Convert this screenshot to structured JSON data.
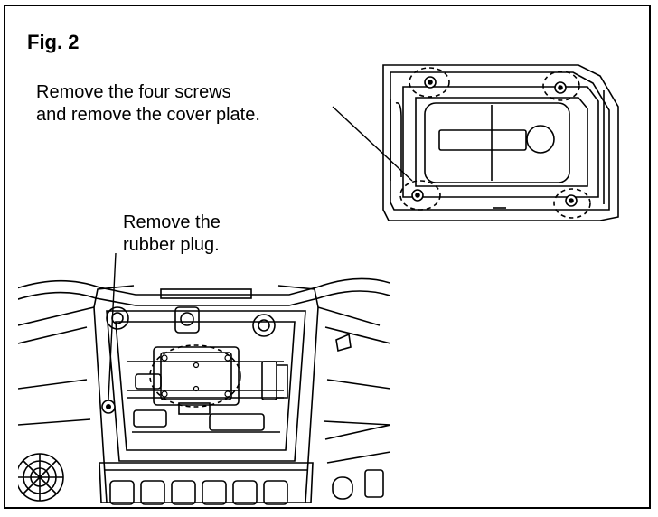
{
  "figure": {
    "title": "Fig. 2",
    "caption_screws": [
      "Remove the four screws",
      "and remove the cover plate."
    ],
    "caption_plug": [
      "Remove the",
      "rubber plug."
    ]
  },
  "colors": {
    "ink": "#000000",
    "paper": "#ffffff"
  }
}
